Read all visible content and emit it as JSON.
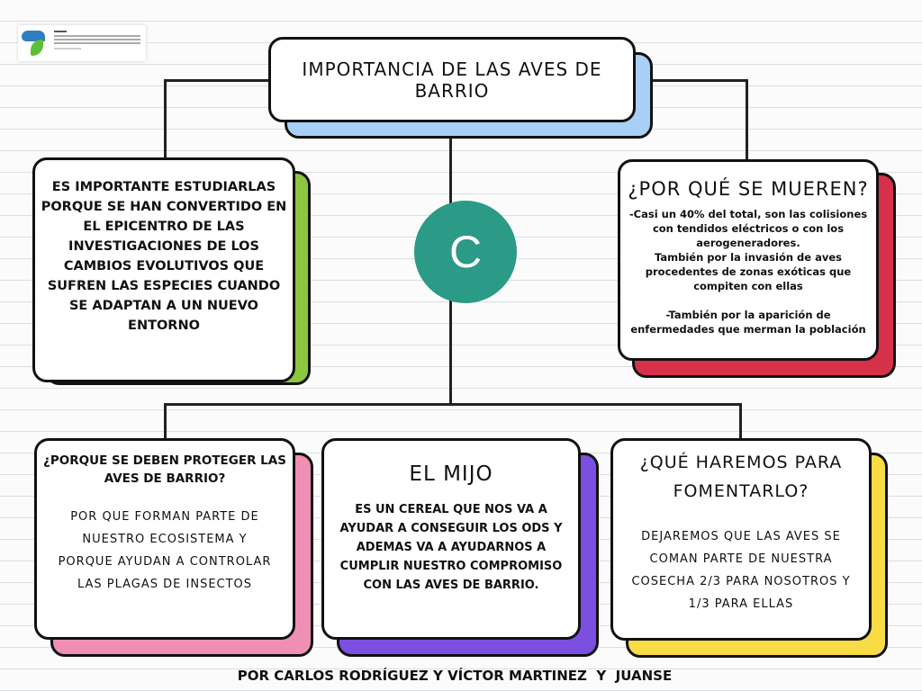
{
  "title": "IMPORTANCIA DE LAS AVES DE BARRIO",
  "circle_letter": "C",
  "left_box": {
    "text": "ES IMPORTANTE ESTUDIARLAS PORQUE SE HAN CONVERTIDO EN EL EPICENTRO DE LAS INVESTIGACIONES DE LOS CAMBIOS EVOLUTIVOS QUE SUFREN LAS ESPECIES CUANDO SE ADAPTAN A UN NUEVO ENTORNO"
  },
  "right_box": {
    "heading": "¿POR QUÉ SE MUEREN?",
    "p1": "-Casi un 40% del total, son las colisiones con tendidos eléctricos o con los aerogeneradores.",
    "p2": "También por la invasión de aves procedentes de zonas exóticas que compiten con ellas",
    "p3": "-También por la aparición de enfermedades que merman la población"
  },
  "bottom_left": {
    "heading": "¿PORQUE SE DEBEN PROTEGER LAS AVES DE BARRIO?",
    "text": "POR QUE FORMAN PARTE DE NUESTRO ECOSISTEMA Y PORQUE AYUDAN A CONTROLAR LAS PLAGAS DE INSECTOS"
  },
  "bottom_mid": {
    "heading": "EL MIJO",
    "text": "ES UN CEREAL QUE NOS VA A AYUDAR A CONSEGUIR LOS ODS Y ADEMAS VA A AYUDARNOS A CUMPLIR  NUESTRO COMPROMISO CON LAS AVES DE BARRIO."
  },
  "bottom_right": {
    "heading": "¿QUÉ HAREMOS PARA FOMENTARLO?",
    "text": "DEJAREMOS QUE LAS AVES SE COMAN PARTE DE NUESTRA COSECHA 2/3 PARA NOSOTROS Y 1/3 PARA ELLAS"
  },
  "footer": "POR CARLOS RODRÍGUEZ Y VÍCTOR MARTINEZ  Y  JUANSE",
  "colors": {
    "blue": "#a9cff5",
    "green": "#8dc63f",
    "red": "#d7304a",
    "pink": "#ee8fb3",
    "purple": "#7b4fe0",
    "yellow": "#f7dc45",
    "teal": "#2b9a86"
  }
}
